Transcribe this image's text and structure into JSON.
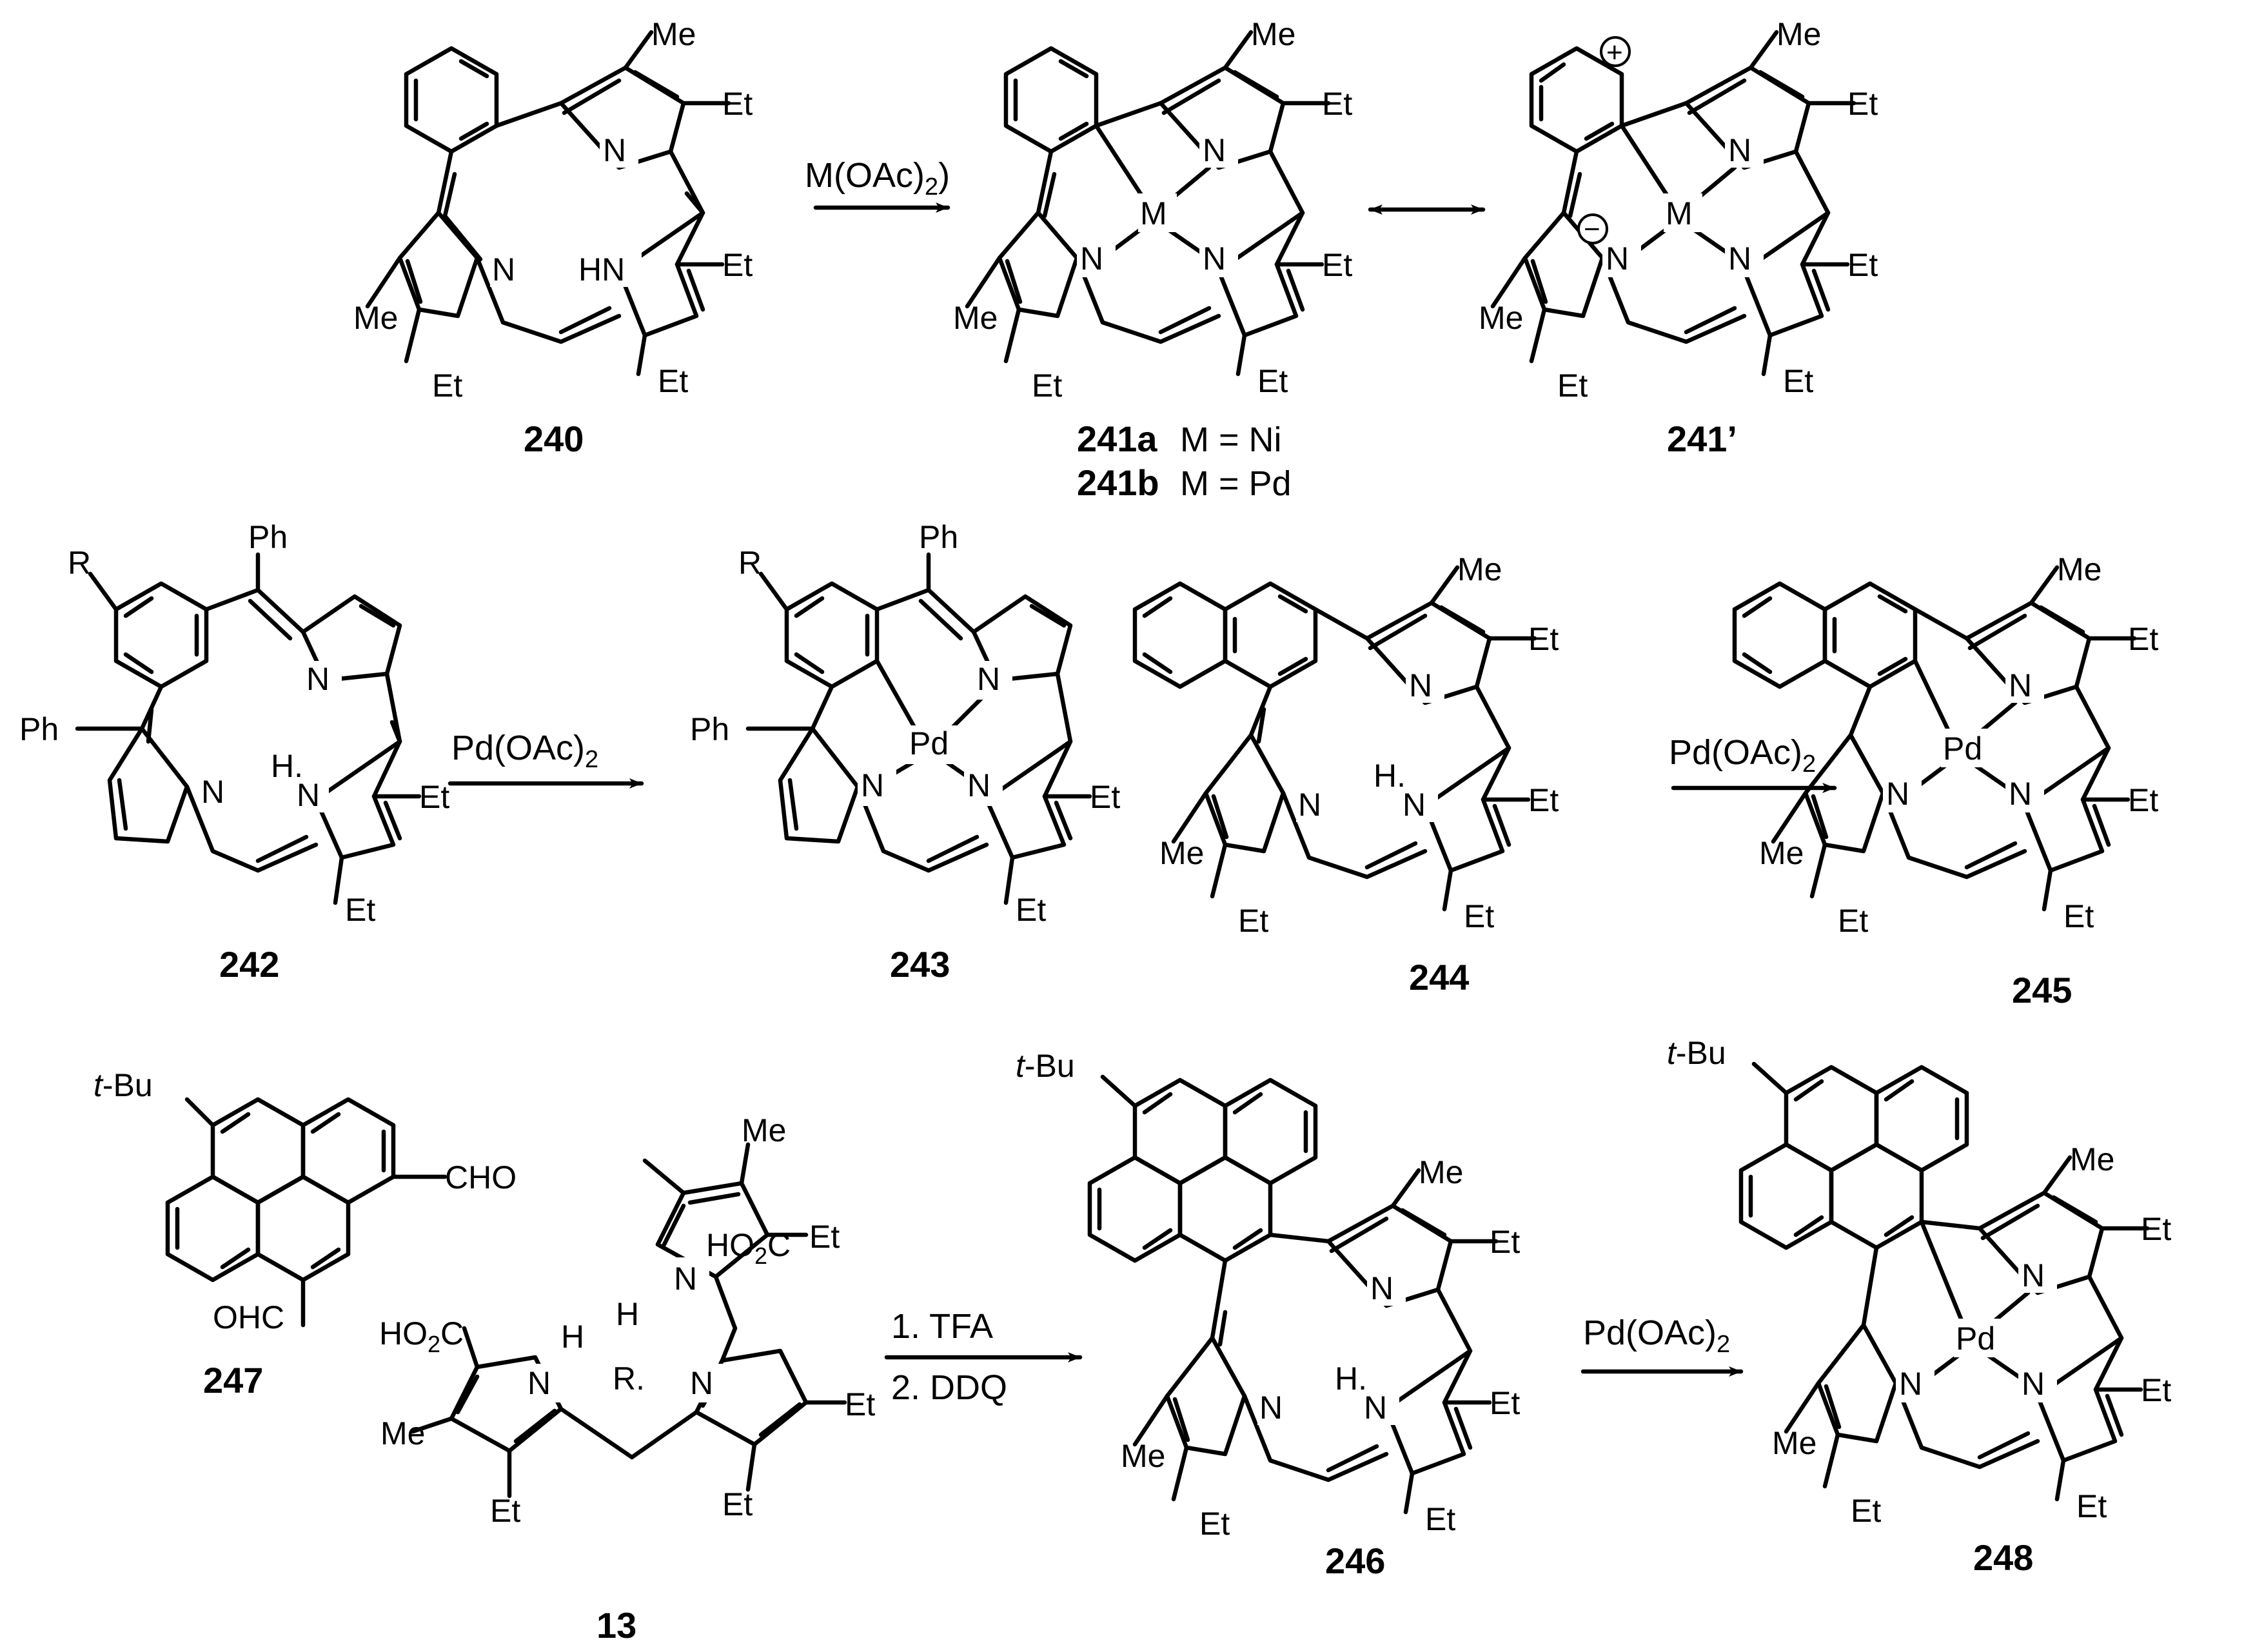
{
  "compounds": {
    "c240": "240",
    "c241a": "241a",
    "c241a_note": "M = Ni",
    "c241b": "241b",
    "c241b_note": "M = Pd",
    "c241p": "241’",
    "c242": "242",
    "c243": "243",
    "c244": "244",
    "c245": "245",
    "c246": "246",
    "c247": "247",
    "c248": "248",
    "c13": "13"
  },
  "reagents": {
    "r1": "M(OAc)",
    "r1_sub": "2",
    "r2": "Pd(OAc)",
    "r2_sub": "2",
    "r3": "Pd(OAc)",
    "r3_sub": "2",
    "r4_step1": "1. TFA",
    "r4_step2": "2. DDQ",
    "r5": "Pd(OAc)",
    "r5_sub": "2"
  },
  "atoms": {
    "N": "N",
    "HN": "HN",
    "H_dot": "H.",
    "H": "H",
    "M": "M",
    "Pd": "Pd",
    "Me": "Me",
    "Et": "Et",
    "Ph": "Ph",
    "R": "R",
    "R_dot": "R.",
    "tBu_prefix": "t",
    "tBu": "-Bu",
    "CHO": "CHO",
    "OHC": "OHC",
    "HO2C": "HO",
    "HO2C_sub": "2",
    "HO2C_end": "C",
    "plus": "+",
    "minus": "−"
  }
}
